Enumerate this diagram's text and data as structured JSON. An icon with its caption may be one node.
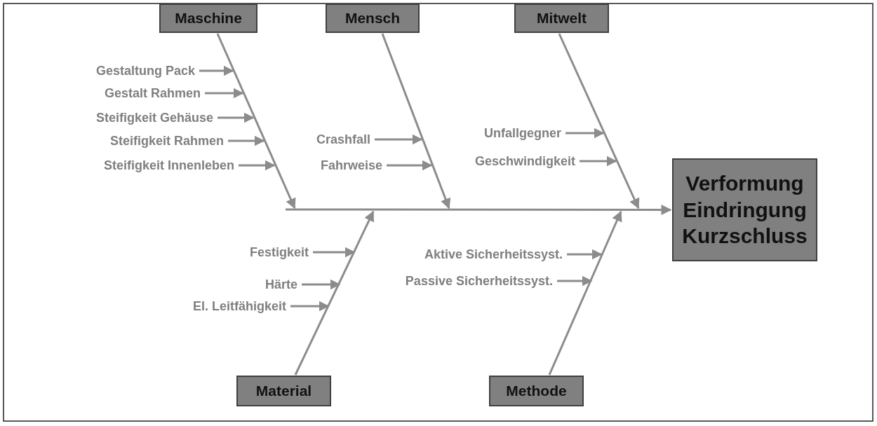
{
  "diagram": {
    "nodes": [
      {
        "text": [
          "Maschine"
        ]
      },
      {
        "text": [
          "Mensch"
        ]
      },
      {
        "text": [
          "Mitwelt"
        ]
      },
      {
        "text": [
          "Verformung Eindringung Kurzschluss"
        ]
      },
      {
        "text": [
          "Gestaltung Pack"
        ]
      },
      {
        "text": [
          "Gestalt Rahmen"
        ]
      },
      {
        "text": [
          "Steifigkeit Gehäuse"
        ]
      },
      {
        "text": [
          "Steifigkeit Rahmen"
        ]
      },
      {
        "text": [
          "Steifigkeit Innenleben"
        ]
      },
      {
        "text": [
          "Crashfall"
        ]
      },
      {
        "text": [
          "Fahrweise"
        ]
      },
      {
        "text": [
          "Unfallgegner"
        ]
      },
      {
        "text": [
          "Geschwindigkeit"
        ]
      },
      {
        "text": [
          "Festigkeit"
        ]
      },
      {
        "text": [
          "Härte"
        ]
      },
      {
        "text": [
          "El. Leitfähigkeit"
        ]
      },
      {
        "text": [
          "Aktive Sicherheitssyst."
        ]
      },
      {
        "text": [
          "Passive Sicherheitssyst."
        ]
      },
      {
        "text": [
          "Material"
        ]
      },
      {
        "text": [
          "Methode"
        ]
      }
    ],
    "edges": [
      {
        "from": null,
        "to": 3,
        "arrow": "to"
      },
      {
        "from": 0,
        "to": null,
        "arrow": "to"
      },
      {
        "from": 1,
        "to": null,
        "arrow": "to"
      },
      {
        "from": 2,
        "to": null,
        "arrow": "to"
      },
      {
        "from": 18,
        "to": null,
        "arrow": "to"
      },
      {
        "from": 19,
        "to": null,
        "arrow": "to"
      },
      {
        "from": 4,
        "to": null,
        "arrow": "to"
      },
      {
        "from": 5,
        "to": null,
        "arrow": "to"
      },
      {
        "from": 6,
        "to": null,
        "arrow": "to"
      },
      {
        "from": 7,
        "to": null,
        "arrow": "to"
      },
      {
        "from": 8,
        "to": null,
        "arrow": "to"
      },
      {
        "from": 9,
        "to": null,
        "arrow": "to"
      },
      {
        "from": 10,
        "to": null,
        "arrow": "to"
      },
      {
        "from": 11,
        "to": null,
        "arrow": "to"
      },
      {
        "from": 12,
        "to": null,
        "arrow": "to"
      },
      {
        "from": 13,
        "to": null,
        "arrow": "to"
      },
      {
        "from": 14,
        "to": null,
        "arrow": "to"
      },
      {
        "from": 15,
        "to": null,
        "arrow": "to"
      },
      {
        "from": 16,
        "to": null,
        "arrow": "to"
      },
      {
        "from": 17,
        "to": null,
        "arrow": "to"
      }
    ]
  }
}
